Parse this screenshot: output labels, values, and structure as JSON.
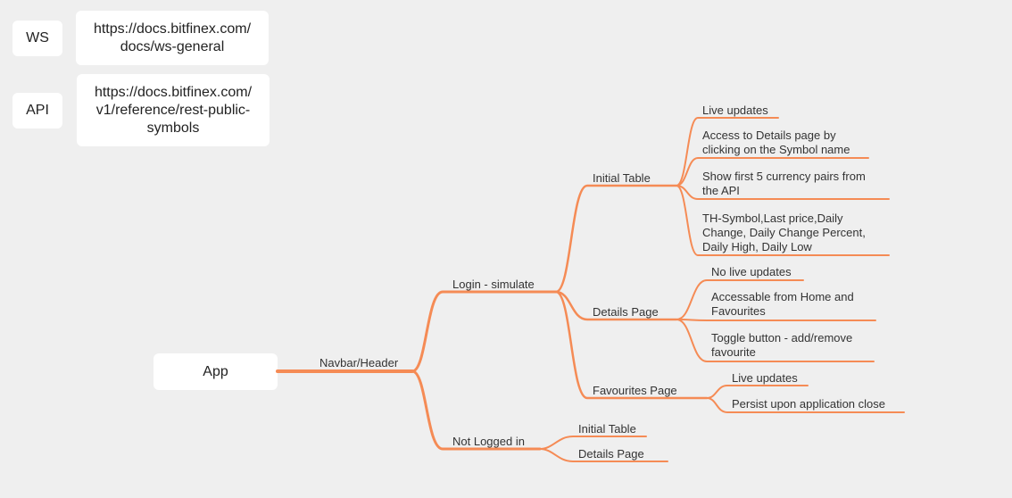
{
  "legend": {
    "ws_label": "WS",
    "ws_url_1": "https://docs.bitfinex.com/",
    "ws_url_2": "docs/ws-general",
    "api_label": "API",
    "api_url_1": "https://docs.bitfinex.com/",
    "api_url_2": "v1/reference/rest-public-",
    "api_url_3": "symbols"
  },
  "map": {
    "root": "App",
    "navbar": "Navbar/Header",
    "login": "Login - simulate",
    "not_logged_in": "Not Logged in",
    "initial_table": "Initial Table",
    "details_page": "Details Page",
    "favourites_page": "Favourites Page",
    "nl_initial_table": "Initial Table",
    "nl_details_page": "Details Page",
    "it_live": "Live updates",
    "it_access_1": "Access to Details page by",
    "it_access_2": "clicking on the Symbol name",
    "it_show_1": "Show first 5 currency pairs from",
    "it_show_2": "the API",
    "it_th_1": "TH-Symbol,Last price,Daily",
    "it_th_2": "Change, Daily Change Percent,",
    "it_th_3": "Daily High, Daily Low",
    "dp_nolive": "No live updates",
    "dp_access_1": "Accessable from Home and",
    "dp_access_2": "Favourites",
    "dp_toggle_1": "Toggle button - add/remove",
    "dp_toggle_2": "favourite",
    "fp_live": "Live updates",
    "fp_persist": "Persist upon application close"
  },
  "colors": {
    "branch": "#f58b55",
    "background": "#efefef",
    "node": "#ffffff"
  }
}
